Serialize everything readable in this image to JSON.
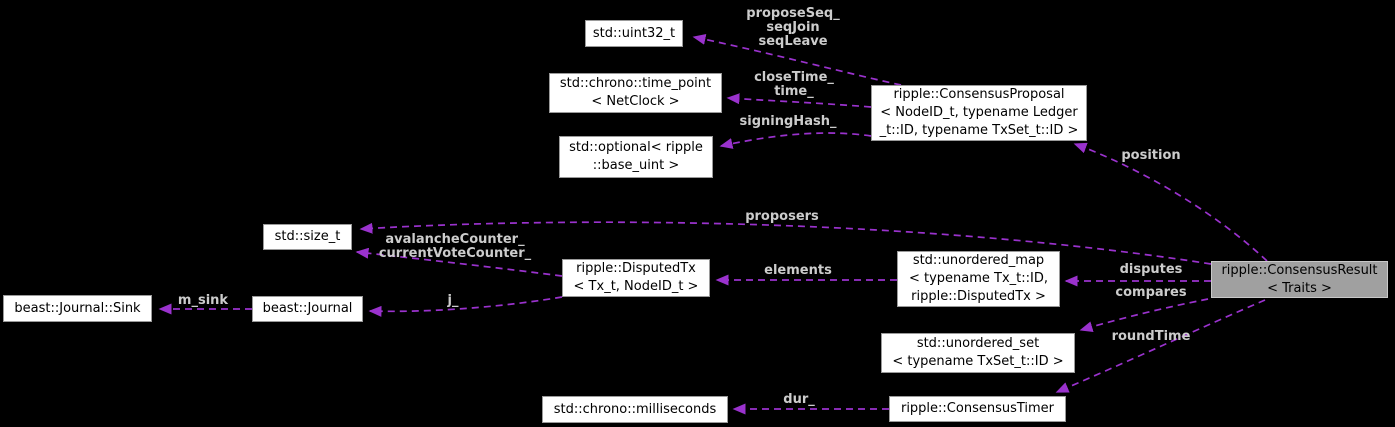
{
  "diagram_type": "doxygen-collaboration-graph",
  "colors": {
    "background": "#000000",
    "edge": "#9a32cd",
    "edge_label_text": "#cccccc",
    "node_fill": "#ffffff",
    "node_border": "#9a9a9a",
    "node_text": "#000000",
    "highlight_fill": "#a0a0a0",
    "highlight_border": "#c8c8c8"
  },
  "nodes": [
    {
      "id": "std-uint32-t",
      "lines": [
        "std::uint32_t"
      ]
    },
    {
      "id": "std-chrono-time-point",
      "lines": [
        "std::chrono::time_point",
        "< NetClock >"
      ]
    },
    {
      "id": "std-optional-base-uint",
      "lines": [
        "std::optional< ripple",
        "::base_uint >"
      ]
    },
    {
      "id": "ripple-consensus-proposal",
      "lines": [
        "ripple::ConsensusProposal",
        "< NodeID_t, typename Ledger",
        "_t::ID, typename TxSet_t::ID >"
      ]
    },
    {
      "id": "std-size-t",
      "lines": [
        "std::size_t"
      ]
    },
    {
      "id": "ripple-disputed-tx",
      "lines": [
        "ripple::DisputedTx",
        "< Tx_t, NodeID_t >"
      ]
    },
    {
      "id": "std-unordered-map",
      "lines": [
        "std::unordered_map",
        "< typename Tx_t::ID,",
        "ripple::DisputedTx >"
      ]
    },
    {
      "id": "ripple-consensus-result",
      "lines": [
        "ripple::ConsensusResult",
        "< Traits >"
      ],
      "highlighted": true
    },
    {
      "id": "beast-journal-sink",
      "lines": [
        "beast::Journal::Sink"
      ]
    },
    {
      "id": "beast-journal",
      "lines": [
        "beast::Journal"
      ]
    },
    {
      "id": "std-unordered-set",
      "lines": [
        "std::unordered_set",
        "< typename TxSet_t::ID >"
      ]
    },
    {
      "id": "std-chrono-milliseconds",
      "lines": [
        "std::chrono::milliseconds"
      ]
    },
    {
      "id": "ripple-consensus-timer",
      "lines": [
        "ripple::ConsensusTimer"
      ]
    }
  ],
  "edge_labels": [
    {
      "id": "propose-seq",
      "lines": [
        "proposeSeq_",
        "seqJoin",
        "seqLeave"
      ]
    },
    {
      "id": "close-time",
      "lines": [
        "closeTime_",
        "time_"
      ]
    },
    {
      "id": "signing-hash",
      "lines": [
        "signingHash_"
      ]
    },
    {
      "id": "position",
      "lines": [
        "position"
      ]
    },
    {
      "id": "proposers",
      "lines": [
        "proposers"
      ]
    },
    {
      "id": "avalanche-counter",
      "lines": [
        "avalancheCounter_",
        "currentVoteCounter_"
      ]
    },
    {
      "id": "elements",
      "lines": [
        "elements"
      ]
    },
    {
      "id": "disputes",
      "lines": [
        "disputes"
      ]
    },
    {
      "id": "compares",
      "lines": [
        "compares"
      ]
    },
    {
      "id": "round-time",
      "lines": [
        "roundTime"
      ]
    },
    {
      "id": "j",
      "lines": [
        "j_"
      ]
    },
    {
      "id": "m-sink",
      "lines": [
        "m_sink"
      ]
    },
    {
      "id": "dur",
      "lines": [
        "dur_"
      ]
    }
  ]
}
